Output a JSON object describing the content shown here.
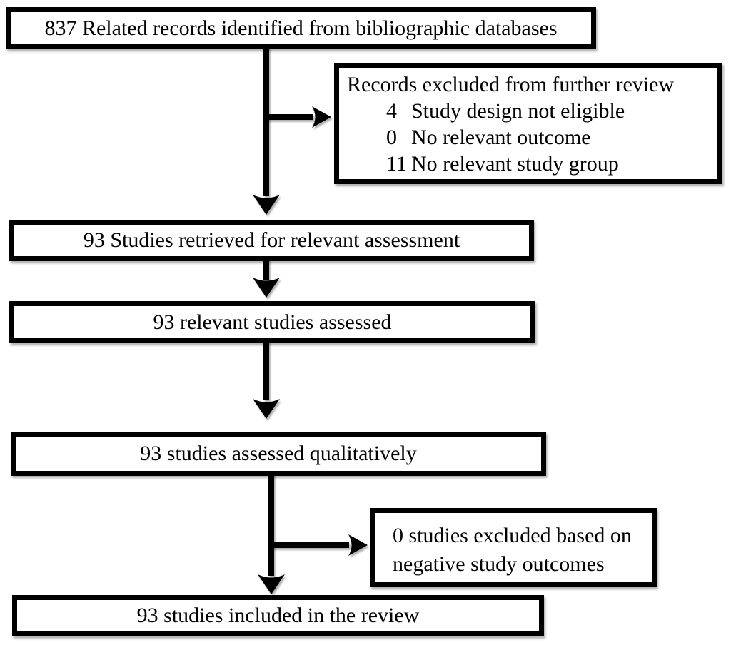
{
  "flowchart": {
    "boxes": {
      "records_identified": {
        "text": "837 Related records identified from bibliographic databases"
      },
      "records_excluded": {
        "title": "Records excluded from further review",
        "items": [
          {
            "count": "4",
            "reason": "Study design not eligible"
          },
          {
            "count": "0",
            "reason": "No relevant outcome"
          },
          {
            "count": "11",
            "reason": "No relevant study group"
          }
        ]
      },
      "studies_retrieved": {
        "text": "93 Studies retrieved for relevant assessment"
      },
      "studies_assessed": {
        "text": "93 relevant studies assessed"
      },
      "studies_qualitative": {
        "text": "93 studies assessed qualitatively"
      },
      "studies_excluded_negative": {
        "lines": [
          "0 studies excluded based on",
          "negative study outcomes"
        ]
      },
      "studies_included": {
        "text": "93 studies included in the review"
      }
    },
    "colors": {
      "border": "#000000",
      "box_background": "#ffffff",
      "text": "#000000",
      "page_background": "#ffffff"
    }
  }
}
